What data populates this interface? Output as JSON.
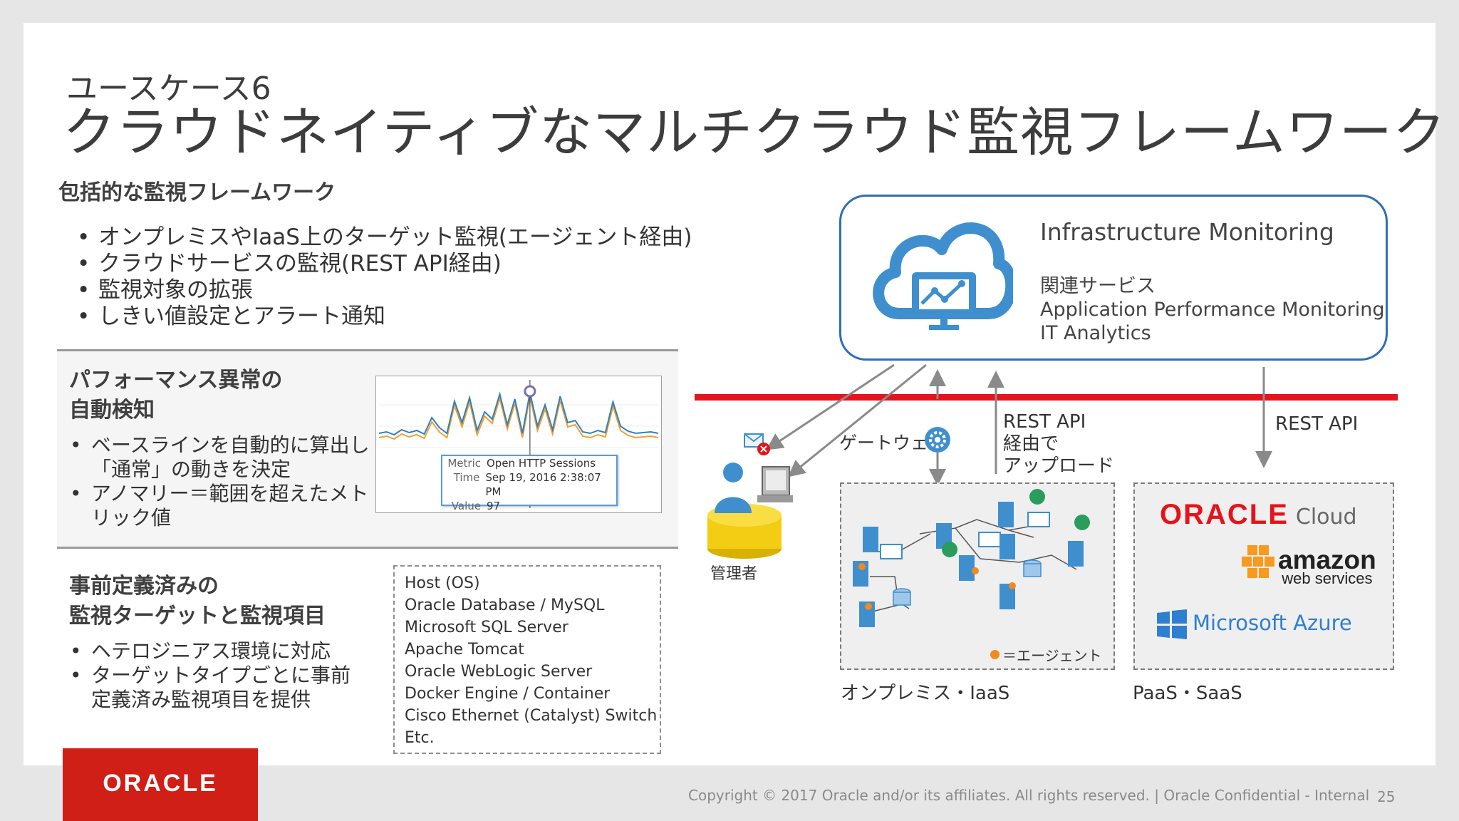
{
  "title": {
    "sub": "ユースケース6",
    "main": "クラウドネイティブなマルチクラウド監視フレームワーク"
  },
  "section1": {
    "heading": "包括的な監視フレームワーク",
    "bullets": [
      "オンプレミスやIaaS上のターゲット監視(エージェント経由)",
      "クラウドサービスの監視(REST API経由)",
      "監視対象の拡張",
      "しきい値設定とアラート通知"
    ]
  },
  "section2": {
    "heading_line1": "パフォーマンス異常の",
    "heading_line2": "自動検知",
    "bullets": [
      "ベースラインを自動的に算出し「通常」の動きを決定",
      "アノマリー＝範囲を超えたメトリック値"
    ],
    "tooltip": {
      "metric_label": "Metric",
      "metric_value": "Open HTTP Sessions",
      "time_label": "Time",
      "time_value": "Sep 19, 2016 2:38:07 PM",
      "value_label": "Value",
      "value_value": "97"
    }
  },
  "section3": {
    "heading_line1": "事前定義済みの",
    "heading_line2": "監視ターゲットと監視項目",
    "bullets": [
      "ヘテロジニアス環境に対応",
      "ターゲットタイプごとに事前定義済み監視項目を提供"
    ],
    "targets": [
      "Host (OS)",
      "Oracle Database / MySQL",
      "Microsoft SQL Server",
      "Apache Tomcat",
      "Oracle WebLogic Server",
      "Docker Engine / Container",
      "Cisco Ethernet (Catalyst) Switch",
      "Etc."
    ]
  },
  "diagram": {
    "infra_title": "Infrastructure Monitoring",
    "related_label": "関連サービス",
    "related_items": [
      "Application Performance Monitoring",
      "IT Analytics"
    ],
    "gateway_label": "ゲートウェイ",
    "upload_label_1": "REST API",
    "upload_label_2": "経由で",
    "upload_label_3": "アップロード",
    "rest_api_label": "REST API",
    "admin_label": "管理者",
    "agent_legend": "＝エージェント",
    "onprem_label": "オンプレミス・IaaS",
    "paas_label": "PaaS・SaaS",
    "oracle_cloud_word": "ORACLE",
    "oracle_cloud_suffix": "Cloud",
    "amazon_word": "amazon",
    "amazon_sub": "web services",
    "azure_label": "Microsoft Azure"
  },
  "chart_data": {
    "type": "line",
    "series": [
      {
        "values": [
          40,
          42,
          38,
          45,
          41,
          44,
          39,
          62,
          48,
          40,
          85,
          55,
          90,
          44,
          70,
          60,
          95,
          52,
          88,
          40,
          97,
          50,
          80,
          45,
          92,
          55,
          58,
          42,
          40,
          44,
          41,
          84,
          50,
          43,
          40,
          41,
          42,
          40
        ]
      }
    ]
  },
  "footer": {
    "copyright": "Copyright © 2017 Oracle and/or its affiliates. All rights reserved.  |  Oracle Confidential - Internal",
    "page": "25",
    "logo": "ORACLE"
  },
  "colors": {
    "accent_red": "#e3141b",
    "accent_blue": "#2e6fb6",
    "oracle_red": "#cf1f16"
  }
}
